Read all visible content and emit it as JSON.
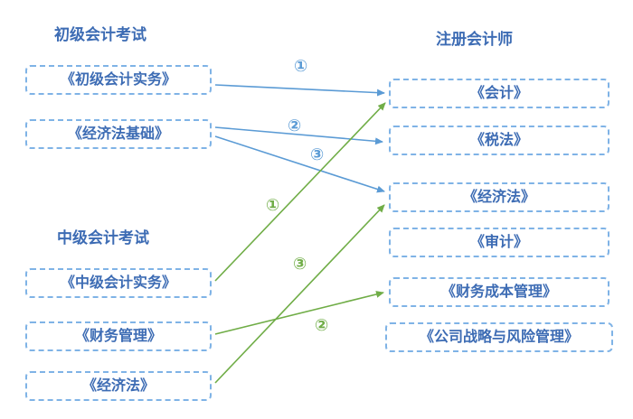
{
  "diagram": {
    "left": {
      "junior": {
        "title": "初级会计考试",
        "items": [
          {
            "label": "《初级会计实务》"
          },
          {
            "label": "《经济法基础》"
          }
        ]
      },
      "intermediate": {
        "title": "中级会计考试",
        "items": [
          {
            "label": "《中级会计实务》"
          },
          {
            "label": "《财务管理》"
          },
          {
            "label": "《经济法》"
          }
        ]
      }
    },
    "right": {
      "title": "注册会计师",
      "items": [
        {
          "label": "《会计》"
        },
        {
          "label": "《税法》"
        },
        {
          "label": "《经济法》"
        },
        {
          "label": "《审计》"
        },
        {
          "label": "《财务成本管理》"
        },
        {
          "label": "《公司战略与风险管理》"
        }
      ]
    },
    "connections": {
      "blue": [
        {
          "num": "①",
          "from": "《初级会计实务》",
          "to": "《会计》"
        },
        {
          "num": "②",
          "from": "《经济法基础》",
          "to": "《税法》"
        },
        {
          "num": "③",
          "from": "《经济法基础》",
          "to": "《经济法》"
        }
      ],
      "green": [
        {
          "num": "①",
          "from": "《中级会计实务》",
          "to": "《会计》"
        },
        {
          "num": "②",
          "from": "《财务管理》",
          "to": "《财务成本管理》"
        },
        {
          "num": "③",
          "from": "《经济法》",
          "to": "《经济法》"
        }
      ]
    },
    "colors": {
      "blue_arrow": "#5b9bd5",
      "green_arrow": "#70ad47",
      "text_blue": "#3d6cb4",
      "border_blue": "#7fb3e6"
    }
  }
}
